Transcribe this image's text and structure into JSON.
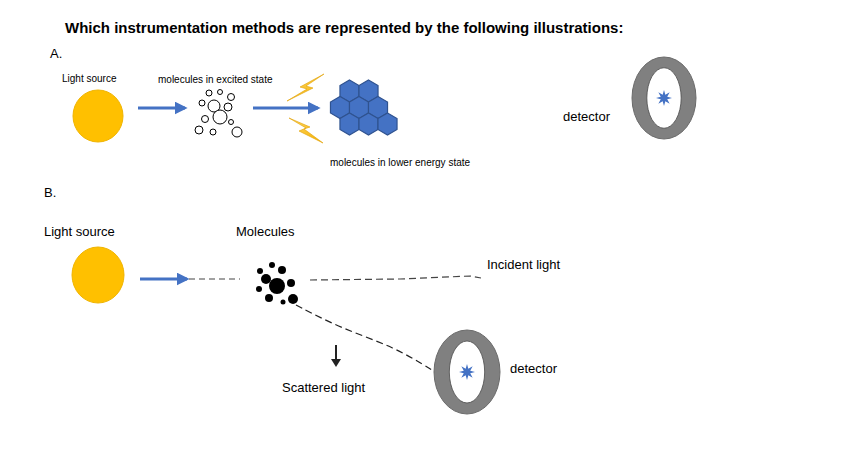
{
  "diagram": {
    "title": "Which instrumentation methods are represented by the following illustrations:",
    "nodes": [
      {
        "text": [
          "Light source"
        ]
      },
      {
        "text": [
          "molecules in excited state"
        ]
      },
      {
        "text": [
          "molecules in lower energy state"
        ]
      },
      {
        "text": [
          "detector"
        ]
      },
      {
        "text": [
          "Light source"
        ]
      },
      {
        "text": [
          "Molecules"
        ]
      },
      {
        "text": [
          "detector"
        ]
      }
    ],
    "edges": [
      {
        "from": 0,
        "to": 1,
        "arrow": "to"
      },
      {
        "from": 1,
        "to": 2,
        "arrow": "to"
      },
      {
        "from": 4,
        "to": 5,
        "arrow": "to"
      },
      {
        "from": 5,
        "to": 6,
        "arrow": "none"
      }
    ],
    "labels": [
      "A.",
      "B.",
      "Incident light",
      "Scattered light"
    ]
  }
}
